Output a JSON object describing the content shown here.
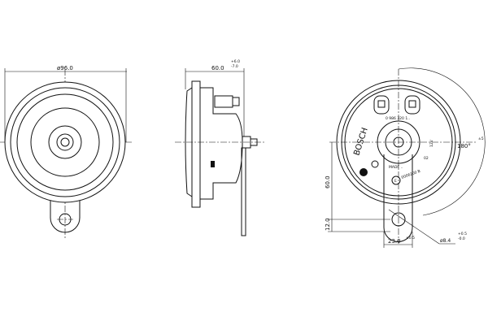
{
  "drawing": {
    "brand": "BOSCH",
    "front_view": {
      "diameter_label": "ø96.0"
    },
    "side_view": {
      "depth_label": "60.0",
      "tol_upper": "+6.0",
      "tol_lower": "-7.0"
    },
    "rear_view": {
      "angle_label": "180°",
      "angle_tol": "±5",
      "height_label": "60.0",
      "lug_label": "12.0",
      "width_label": "23.0",
      "width_tol": "±0.5",
      "hole_label": "ø8.4",
      "hole_tol_upper": "+0.5",
      "hole_tol_lower": "-0.0",
      "part_number": "0 986 320 1..",
      "hub_code": "MADE ..",
      "voltage_badge": "12V",
      "approval_mark": "E",
      "approval_code": "0006200 B",
      "approval_num": "02"
    },
    "line_color": "#111111"
  }
}
